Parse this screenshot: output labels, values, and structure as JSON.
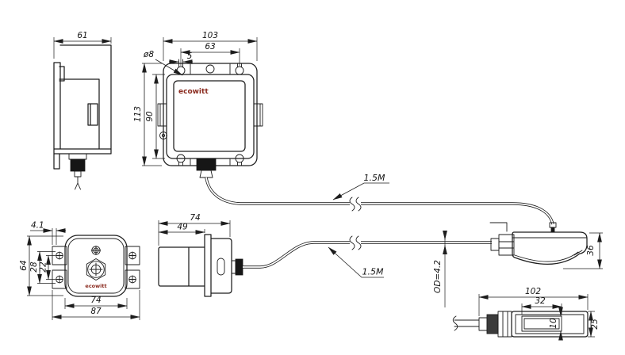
{
  "brand": {
    "label": "ecowitt",
    "color": "#8a2a1e"
  },
  "colors": {
    "line": "#1d1d1d",
    "background": "#ffffff"
  },
  "dims": {
    "main_side_width": "61",
    "main_front_overall_width": "103",
    "main_front_slot_spacing": "63",
    "main_front_slot_width": "5",
    "main_front_hole_diameter": "ø8",
    "main_front_overall_height": "113",
    "main_front_body_height": "90",
    "junction_tab_offset": "4.1",
    "junction_height": "64",
    "junction_hole_span_outer": "28",
    "junction_hole_span_inner": "22",
    "junction_body_width": "74",
    "junction_overall_width": "87",
    "junction_side_depth": "74",
    "junction_side_front_depth": "49",
    "head_side_height": "36",
    "head_top_length": "102",
    "head_top_window_length": "32",
    "head_top_window_width": "10",
    "head_top_width": "25",
    "cable_upper_length": "1.5M",
    "cable_lower_length": "1.5M",
    "cable_outer_diameter": "OD=4.2"
  }
}
